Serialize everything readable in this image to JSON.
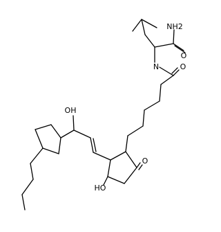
{
  "molecule": {
    "labels": {
      "amide_nh2": "NH2",
      "amide_o": "O",
      "amide_n": "N",
      "chain_o": "O",
      "ketone_o": "O",
      "ring_ho": "HO",
      "side_oh": "OH"
    },
    "colors": {
      "bond": "#000000",
      "label": "#000000",
      "background": "#ffffff"
    }
  }
}
